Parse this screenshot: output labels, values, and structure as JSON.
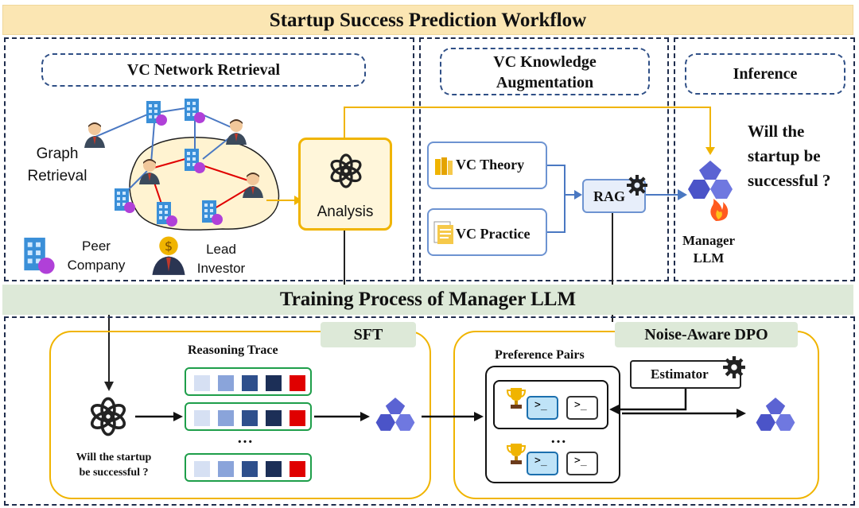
{
  "header": {
    "title": "Startup Success Prediction Workflow"
  },
  "retrieval": {
    "title": "VC Network Retrieval",
    "graph_label_1": "Graph",
    "graph_label_2": "Retrieval",
    "legend_company_1": "Peer",
    "legend_company_2": "Company",
    "legend_investor_1": "Lead",
    "legend_investor_2": "Investor"
  },
  "analysis": {
    "label": "Analysis"
  },
  "knowledge": {
    "title_1": "VC Knowledge",
    "title_2": "Augmentation",
    "theory": "VC Theory",
    "practice": "VC Practice",
    "rag": "RAG"
  },
  "inference": {
    "title": "Inference",
    "question_1": "Will the",
    "question_2": "startup be",
    "question_3": "successful ?",
    "manager_1": "Manager",
    "manager_2": "LLM"
  },
  "training": {
    "title": "Training Process of Manager LLM",
    "sft": "SFT",
    "reasoning_trace": "Reasoning Trace",
    "dots": "…",
    "question_1": "Will the startup",
    "question_2": "be successful ?",
    "dpo": "Noise-Aware DPO",
    "pairs": "Preference Pairs",
    "estimator": "Estimator",
    "bubble_symbol": ">_"
  },
  "colors": {
    "banner_top": "#fbe6b3",
    "banner_bottom": "#dde9d8",
    "gold": "#f0b400",
    "blue": "#4a78c2",
    "green": "#1e9e4a",
    "red": "#e00000",
    "trace_shades": [
      "#d6e0f3",
      "#8aa4da",
      "#2e4f8c",
      "#1c2f57",
      "#e00000"
    ]
  }
}
